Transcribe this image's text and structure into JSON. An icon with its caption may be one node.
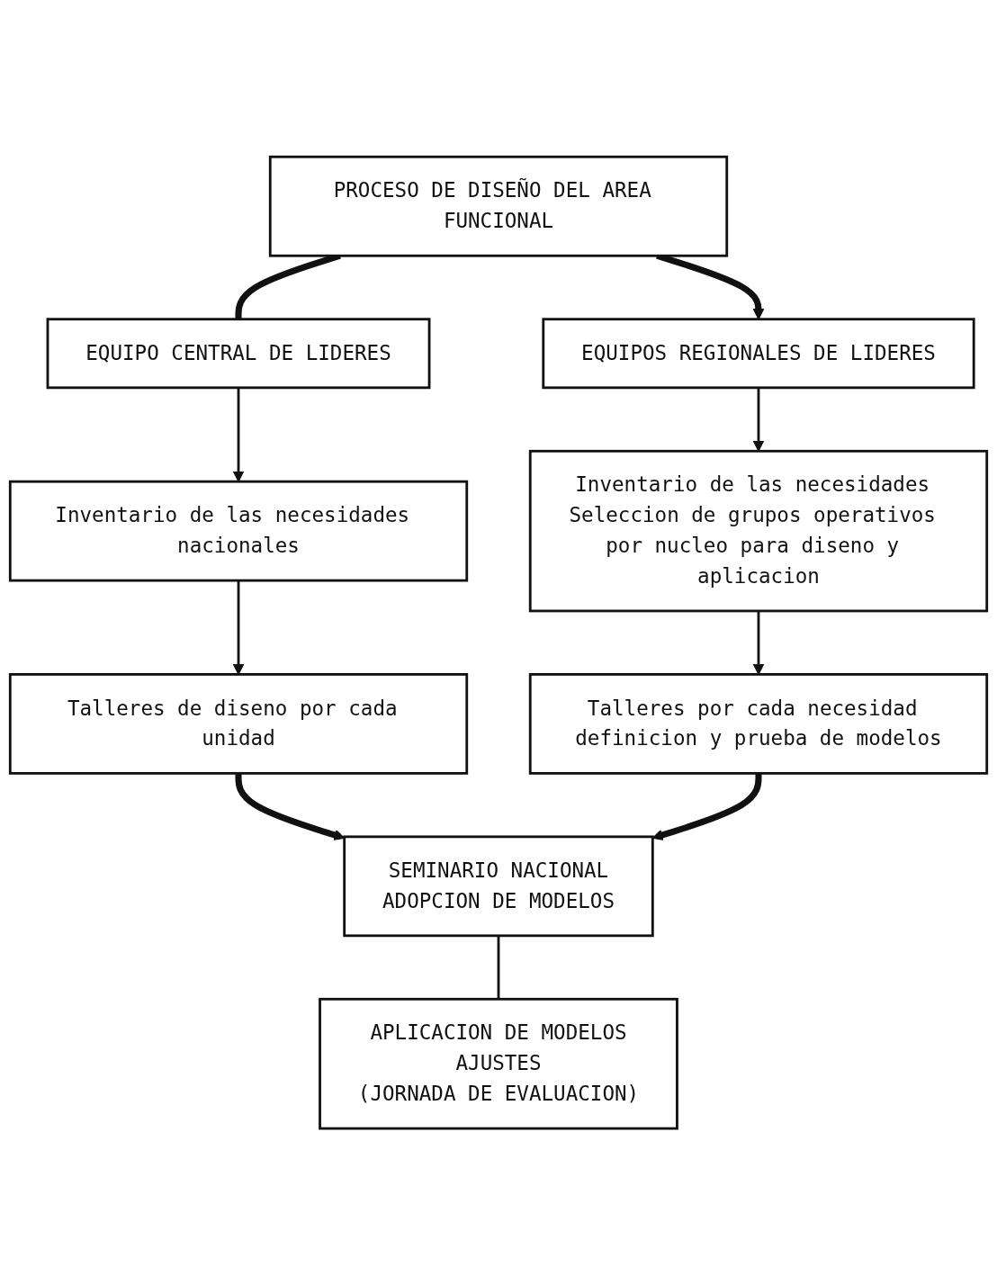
{
  "diagram": {
    "nodes": [
      {
        "text": [
          "PROCESO DE DISEÑO DEL AREA FUNCIONAL"
        ]
      },
      {
        "text": [
          "EQUIPO CENTRAL DE LIDERES"
        ]
      },
      {
        "text": [
          "EQUIPOS REGIONALES DE LIDERES"
        ]
      },
      {
        "text": [
          "Inventario de las necesidades nacionales"
        ]
      },
      {
        "text": [
          "Inventario de las necesidades Seleccion de grupos operativos por nucleo para diseno y aplicacion"
        ]
      },
      {
        "text": [
          "Talleres de diseno por cada unidad"
        ]
      },
      {
        "text": [
          "Talleres por cada necesidad definicion y prueba de modelos"
        ]
      },
      {
        "text": [
          "SEMINARIO NACIONAL",
          "ADOPCION DE MODELOS"
        ]
      },
      {
        "text": [
          "APLICACION DE MODELOS",
          "AJUSTES",
          "(JORNADA DE EVALUACION)"
        ]
      }
    ],
    "edges": [
      {
        "from": 0,
        "to": 1,
        "arrow": "none",
        "style": "thick"
      },
      {
        "from": 0,
        "to": 2,
        "arrow": "to",
        "style": "thick"
      },
      {
        "from": 1,
        "to": 3,
        "arrow": "to"
      },
      {
        "from": 2,
        "to": 4,
        "arrow": "to"
      },
      {
        "from": 3,
        "to": 5,
        "arrow": "to"
      },
      {
        "from": 4,
        "to": 6,
        "arrow": "to"
      },
      {
        "from": 5,
        "to": 7,
        "arrow": "to",
        "style": "thick"
      },
      {
        "from": 6,
        "to": 7,
        "arrow": "to",
        "style": "thick"
      },
      {
        "from": 7,
        "to": 8,
        "arrow": "none"
      }
    ]
  }
}
